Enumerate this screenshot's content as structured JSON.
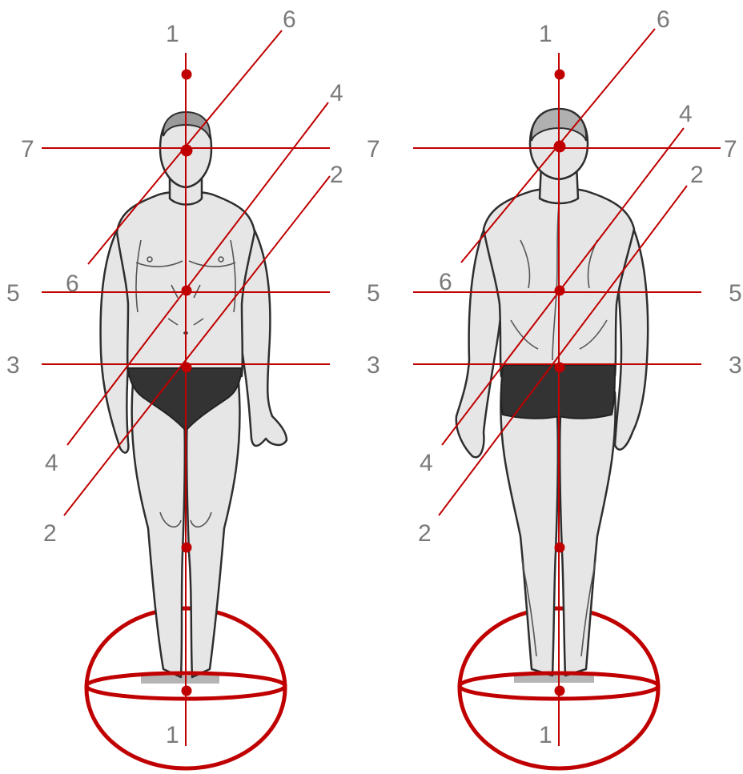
{
  "colors": {
    "axis": "#c00000",
    "skin": "#e6e6e6",
    "skin_shade": "#bdbdbd",
    "outline": "#2e2e2e",
    "briefs": "#333333",
    "platform": "#b5b5b5",
    "label": "#7a7a7a"
  },
  "figures": [
    {
      "view": "front",
      "labels": {
        "axis1_top": "1",
        "axis1_bottom": "1",
        "line6_top": "6",
        "line6_bottom": "6",
        "line4_top": "4",
        "line4_bottom": "4",
        "line2_top": "2",
        "line2_bottom": "2",
        "h7_left": "7",
        "h5_left": "5",
        "h3_left": "3"
      }
    },
    {
      "view": "back",
      "labels": {
        "axis1_top": "1",
        "axis1_bottom": "1",
        "line6_top": "6",
        "line6_bottom": "6",
        "line4_top": "4",
        "line4_bottom": "4",
        "line2_top": "2",
        "line2_bottom": "2",
        "h7_left": "7",
        "h7_right": "7",
        "h5_left": "5",
        "h5_right": "5",
        "h3_left": "3",
        "h3_right": "3"
      }
    }
  ]
}
